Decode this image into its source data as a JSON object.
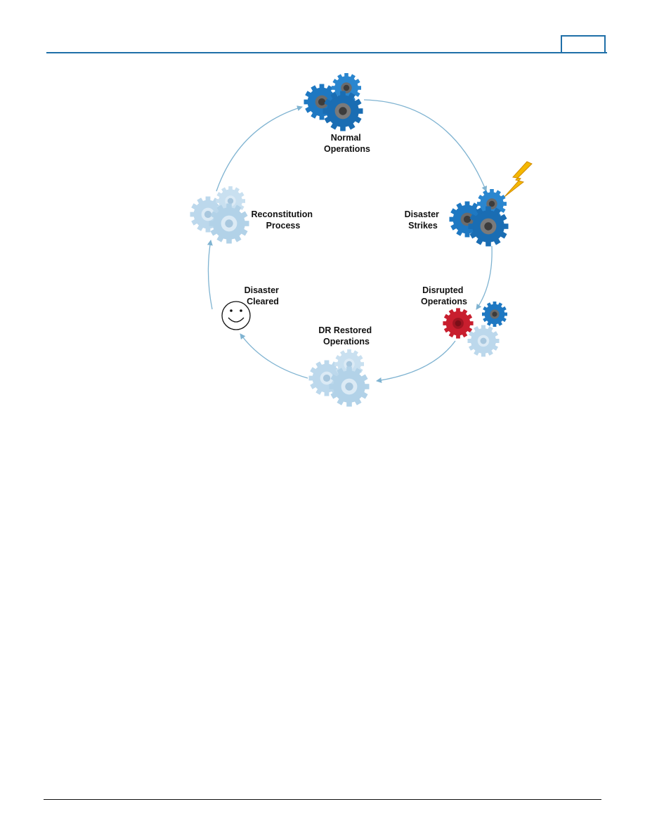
{
  "colors": {
    "header_rule": "#1f6fa8",
    "arrow": "#7fb3d1",
    "gear_blue": "#1e78c2",
    "gear_light": "#bcd8ec",
    "gear_red": "#c81e2e",
    "bolt": "#f5b800"
  },
  "stages": [
    {
      "line1": "Normal",
      "line2": "Operations",
      "gears": "blue"
    },
    {
      "line1": "Disaster",
      "line2": "Strikes",
      "gears": "blue",
      "icon": "lightning-icon"
    },
    {
      "line1": "Disrupted",
      "line2": "Operations",
      "gears": "mixed-red-blue-light"
    },
    {
      "line1": "DR Restored",
      "line2": "Operations",
      "gears": "light"
    },
    {
      "line1": "Disaster",
      "line2": "Cleared",
      "icon": "smiley-icon"
    },
    {
      "line1": "Reconstitution",
      "line2": "Process",
      "gears": "light"
    }
  ],
  "cycle_direction": "clockwise"
}
